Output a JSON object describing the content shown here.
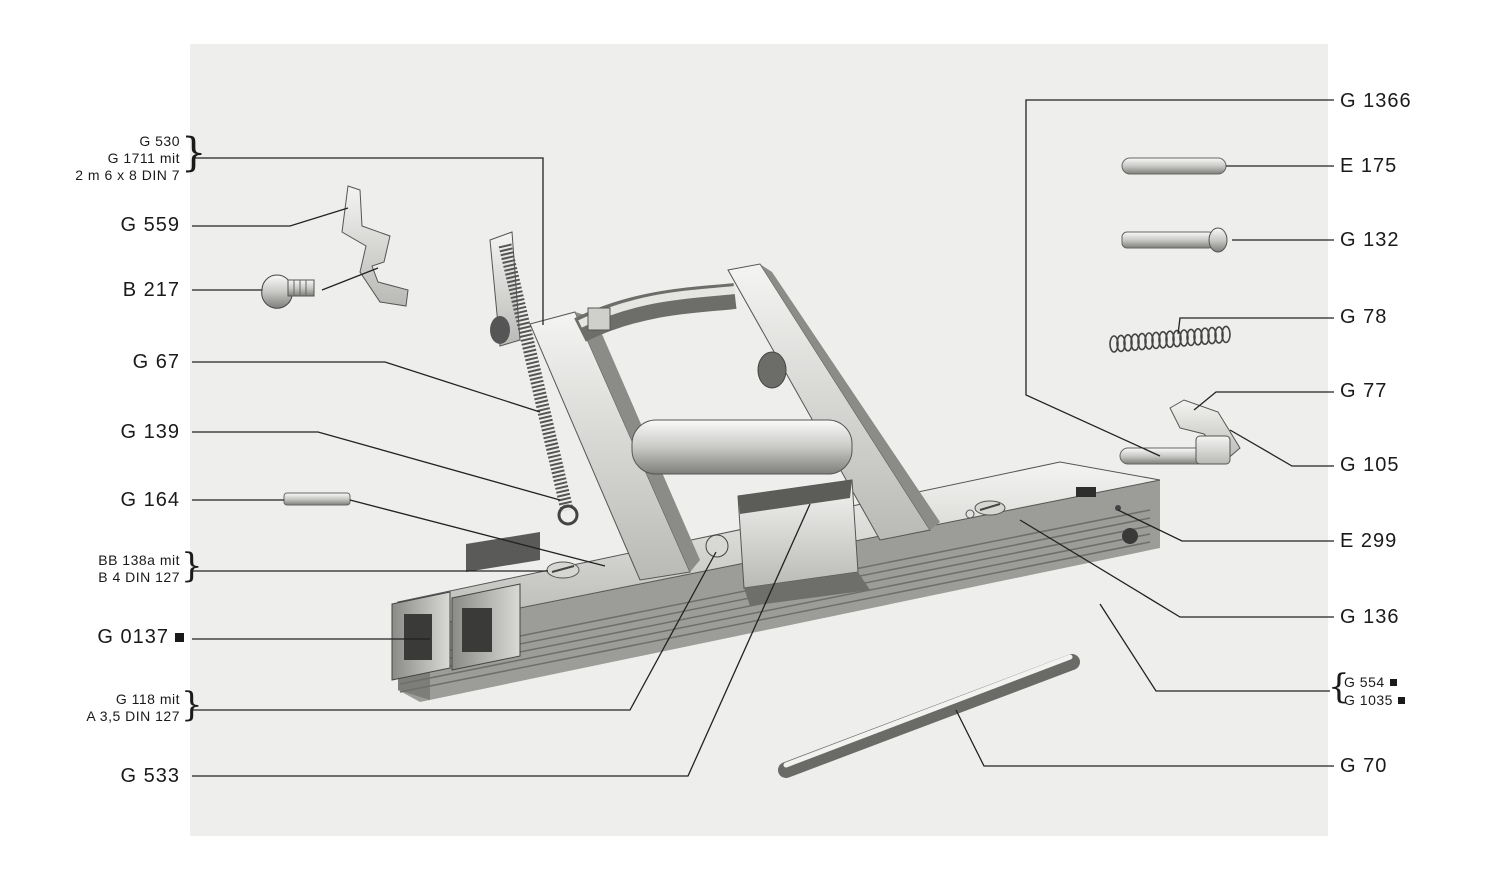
{
  "labels_left": {
    "g530": "G 530",
    "g1711": "G 1711 mit",
    "din7": "2 m 6 x 8 DIN 7",
    "g559": "G 559",
    "b217": "B 217",
    "g67": "G 67",
    "g139": "G 139",
    "g164": "G 164",
    "bb138a": "BB 138a mit",
    "b4": "B 4 DIN 127",
    "g0137": "G 0137",
    "g118": "G 118 mit",
    "a35": "A 3,5 DIN 127",
    "g533": "G 533"
  },
  "labels_right": {
    "g1366": "G 1366",
    "e175": "E 175",
    "g132": "G 132",
    "g78": "G 78",
    "g77": "G 77",
    "g105": "G 105",
    "e299": "E 299",
    "g136": "G 136",
    "g554": "G 554",
    "g1035": "G 1035",
    "g70": "G 70"
  },
  "marker_icon": "black-square"
}
